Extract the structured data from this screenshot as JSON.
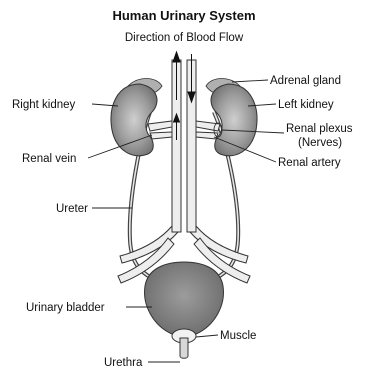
{
  "title": "Human Urinary System",
  "labels": {
    "blood_flow": "Direction of Blood Flow",
    "adrenal_gland": "Adrenal gland",
    "right_kidney": "Right kidney",
    "left_kidney": "Left kidney",
    "renal_plexus_1": "Renal plexus",
    "renal_plexus_2": "(Nerves)",
    "renal_vein": "Renal vein",
    "renal_artery": "Renal artery",
    "ureter": "Ureter",
    "urinary_bladder": "Urinary bladder",
    "muscle": "Muscle",
    "urethra": "Urethra"
  }
}
